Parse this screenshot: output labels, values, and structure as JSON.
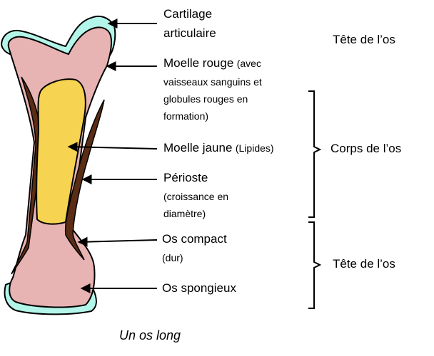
{
  "labels": {
    "cartilage_line1": "Cartilage",
    "cartilage_line2": "articulaire",
    "moelle_rouge_main": "Moelle rouge",
    "moelle_rouge_note1": "(avec",
    "moelle_rouge_line2": "vaisseaux sanguins et",
    "moelle_rouge_line3": "globules rouges en",
    "moelle_rouge_line4": "formation)",
    "moelle_jaune_main": "Moelle jaune",
    "moelle_jaune_note": "(Lipides)",
    "perioste_main": "Périoste",
    "perioste_line2": "(croissance en",
    "perioste_line3": "diamètre)",
    "os_compact_main": "Os compact",
    "os_compact_note": "(dur)",
    "os_spongieux_main": "Os spongieux"
  },
  "regions": {
    "tete_top": "Tête de l’os",
    "corps": "Corps de l’os",
    "tete_bottom": "Tête de l’os"
  },
  "caption": "Un os long",
  "colors": {
    "cartilage": "#b3f5e8",
    "spongy_bone": "#e8b3b3",
    "yellow_marrow": "#f6d350",
    "compact_bone": "#5a2d14",
    "outline": "#000000"
  }
}
